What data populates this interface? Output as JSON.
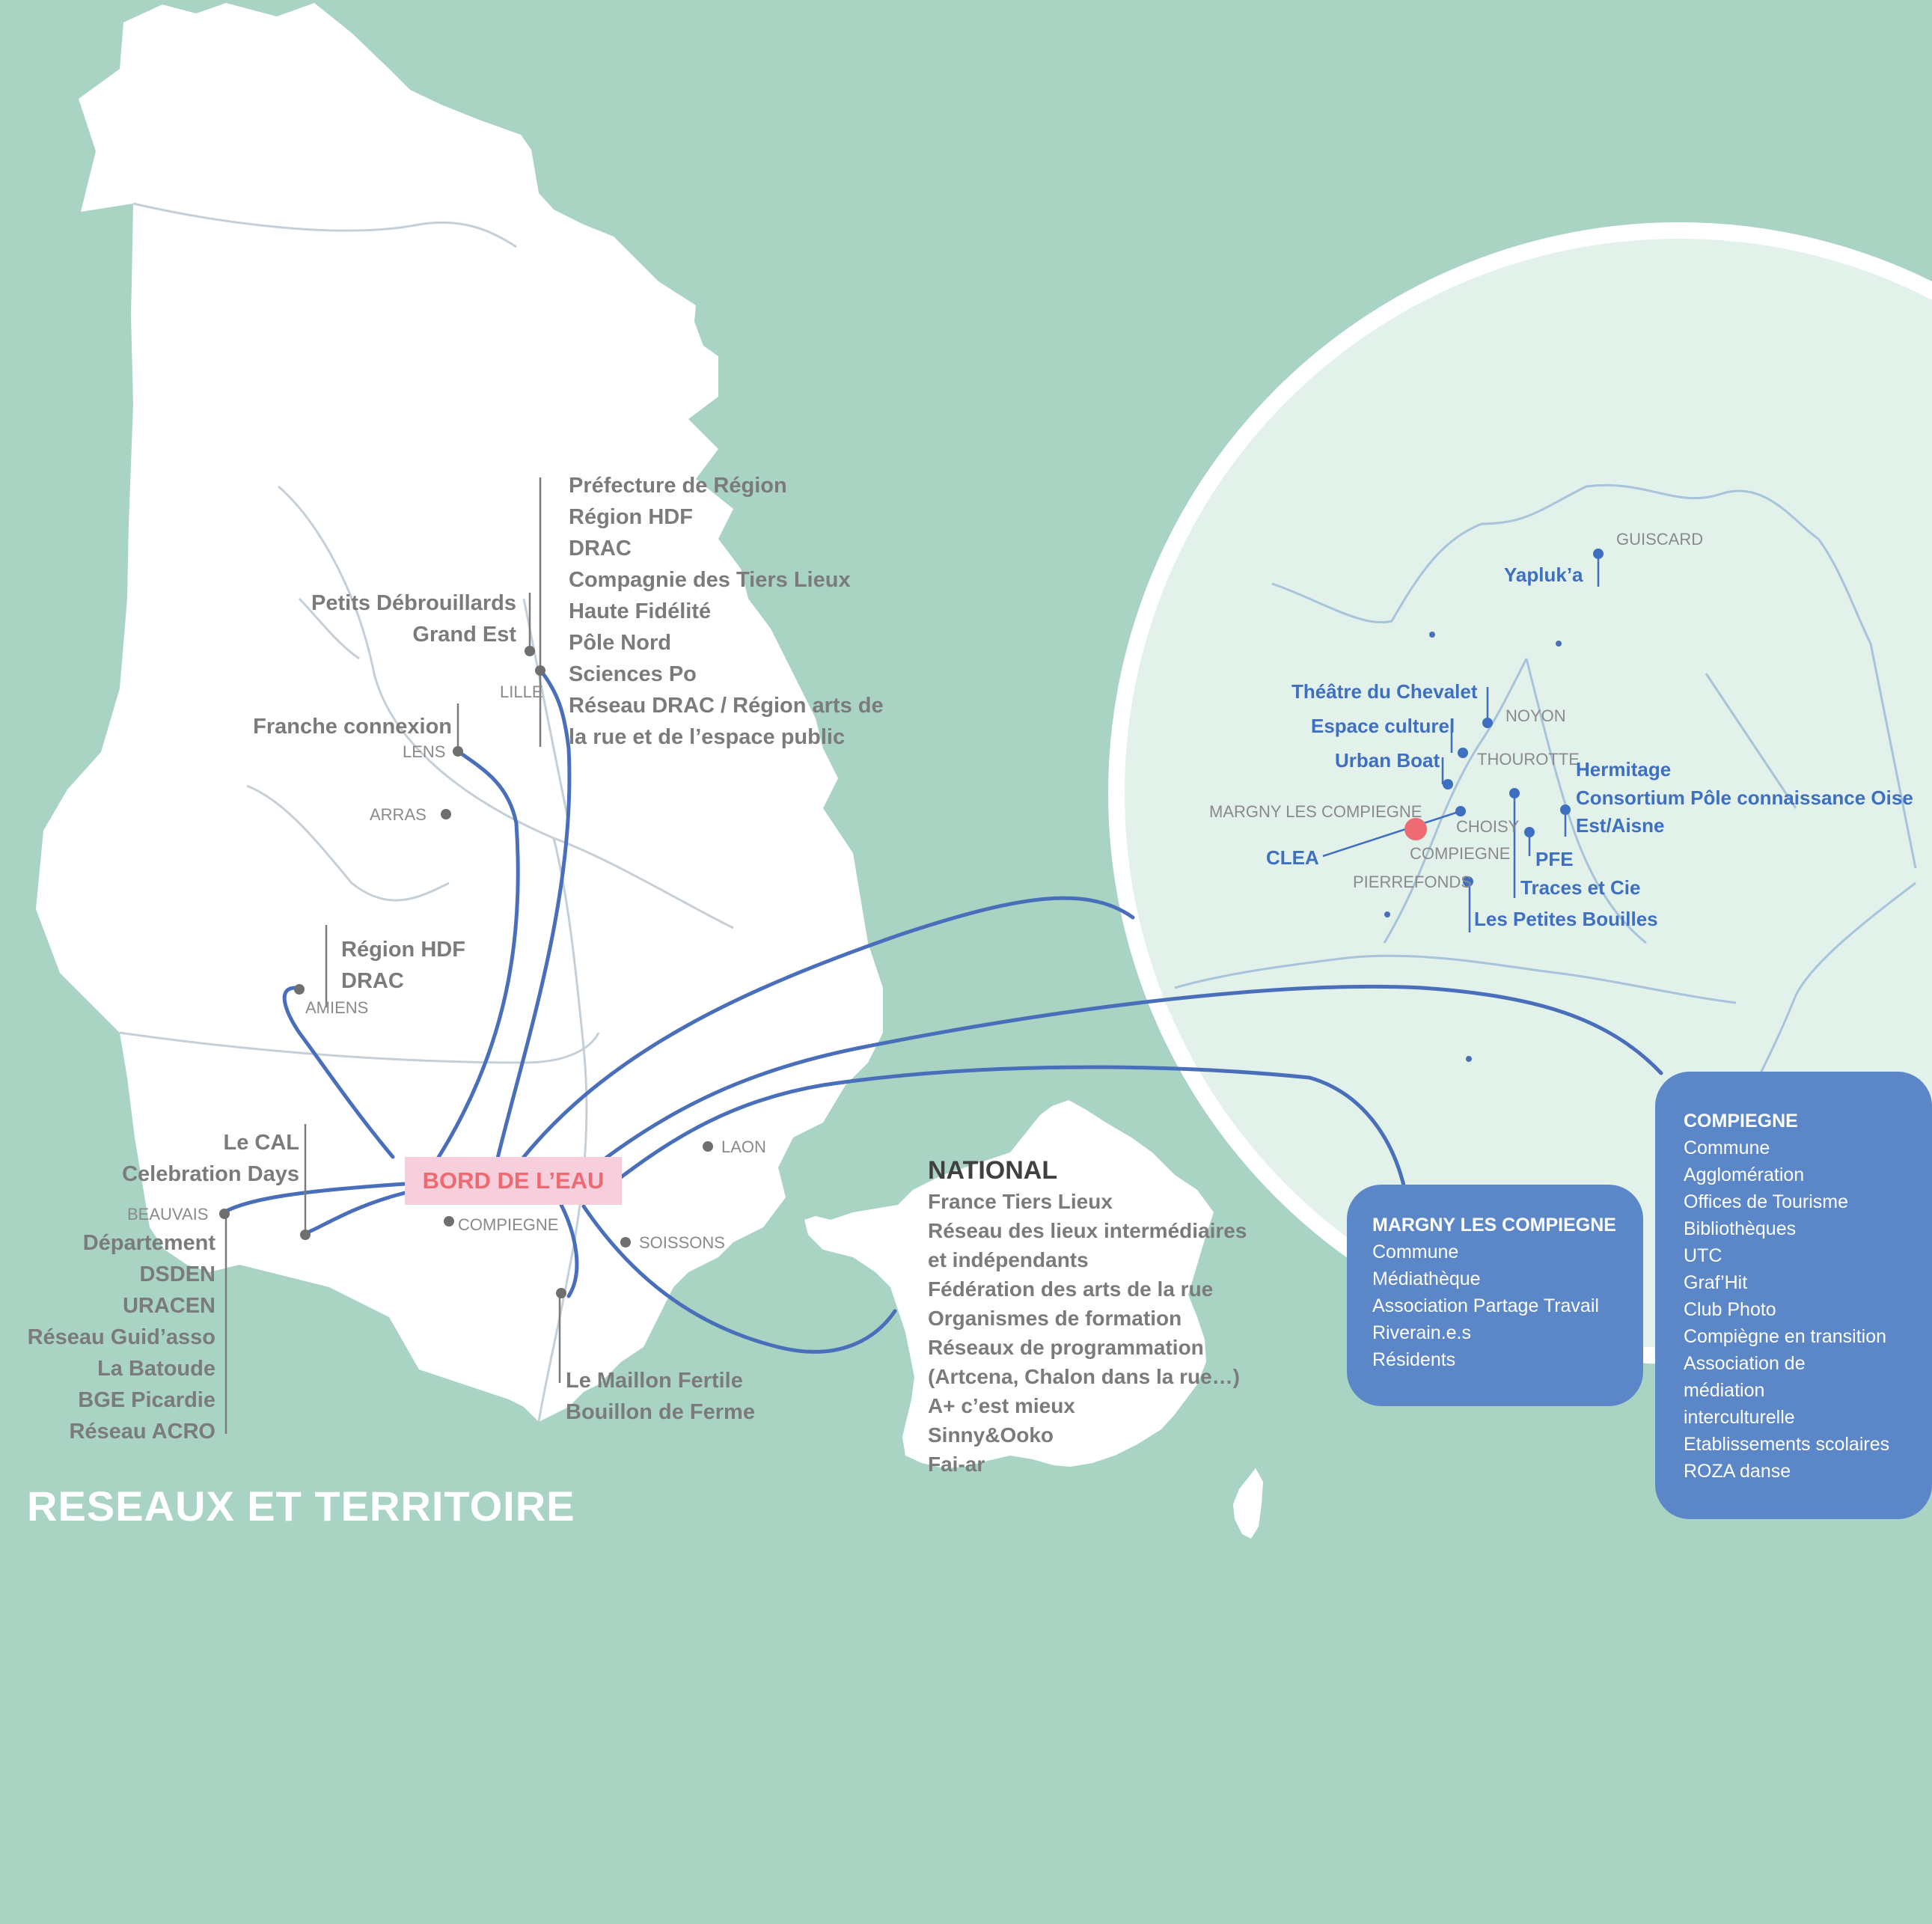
{
  "page": {
    "title": "RESEAUX ET TERRITOIRE",
    "colors": {
      "background": "#a9d4c4",
      "land": "#ffffff",
      "borders": "#c5cfd8",
      "network_links": "#4a6fba",
      "hub_fill": "#f7cfdc",
      "hub_text": "#ee6a72",
      "label_gray": "#7b7b7b",
      "label_blue": "#3e6fc1",
      "box_fill": "#5b87c8"
    }
  },
  "hub": {
    "label": "BORD DE L’EAU"
  },
  "region_map": {
    "cities": {
      "lille": "LILLE",
      "lens": "LENS",
      "arras": "ARRAS",
      "amiens": "AMIENS",
      "beauvais": "BEAUVAIS",
      "compiegne": "COMPIEGNE",
      "laon": "LAON",
      "soissons": "SOISSONS"
    },
    "groups": {
      "lille_partners": [
        "Préfecture de Région",
        "Région HDF",
        "DRAC",
        "Compagnie des Tiers Lieux",
        "Haute Fidélité",
        "Pôle Nord",
        "Sciences Po",
        "Réseau DRAC / Région arts de",
        "la rue et de l’espace public"
      ],
      "petits_debrouillards": [
        "Petits Débrouillards",
        "Grand Est"
      ],
      "lens_partner": [
        "Franche connexion"
      ],
      "amiens_partners": [
        "Région HDF",
        "DRAC"
      ],
      "cal_partners": [
        "Le CAL",
        "Celebration Days"
      ],
      "beauvais_partners": [
        "Département",
        "DSDEN",
        "URACEN",
        "Réseau Guid’asso",
        "La Batoude",
        "BGE Picardie",
        "Réseau ACRO"
      ],
      "south_partners": [
        "Le Maillon Fertile",
        "Bouillon de Ferme"
      ]
    }
  },
  "national": {
    "heading": "NATIONAL",
    "items": [
      "France Tiers Lieux",
      "Réseau des lieux intermédiaires",
      "et indépendants",
      "Fédération des arts de la rue",
      "Organismes de formation",
      "Réseaux de programmation",
      "(Artcena, Chalon dans la rue…)",
      "A+ c’est mieux",
      "Sinny&Ooko",
      "Fai-ar"
    ]
  },
  "zoom_map": {
    "cities": {
      "guiscard": "GUISCARD",
      "noyon": "NOYON",
      "thourotte": "THOUROTTE",
      "margny": "MARGNY LES COMPIEGNE",
      "choisy": "CHOISY",
      "compiegne": "COMPIEGNE",
      "pierrefonds": "PIERREFONDS"
    },
    "partners": {
      "yapluka": "Yapluk’a",
      "theatre": "Théâtre du Chevalet",
      "espace": "Espace culturel",
      "urban": "Urban Boat",
      "hermitage": "Hermitage",
      "consortium": [
        "Consortium Pôle connaissance Oise",
        "Est/Aisne"
      ],
      "clea": "CLEA",
      "pfe": "PFE",
      "traces": "Traces et Cie",
      "bouilles": "Les Petites Bouilles"
    }
  },
  "boxes": {
    "margny": {
      "heading": "MARGNY LES COMPIEGNE",
      "items": [
        "Commune",
        "Médiathèque",
        "Association Partage Travail",
        "Riverain.e.s",
        "Résidents"
      ]
    },
    "compiegne": {
      "heading": "COMPIEGNE",
      "items": [
        "Commune",
        "Agglomération",
        "Offices de Tourisme",
        "Bibliothèques",
        "UTC",
        "Graf’Hit",
        "Club Photo",
        "Compiègne en transition",
        "Association de",
        "médiation",
        "interculturelle",
        "Etablissements scolaires",
        "ROZA danse"
      ]
    }
  }
}
